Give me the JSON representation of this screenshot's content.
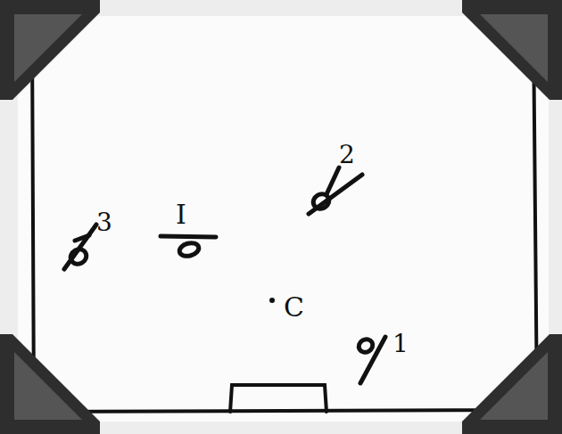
{
  "diagram": {
    "labels": [
      "2",
      "3",
      "I",
      "C",
      "1"
    ]
  }
}
